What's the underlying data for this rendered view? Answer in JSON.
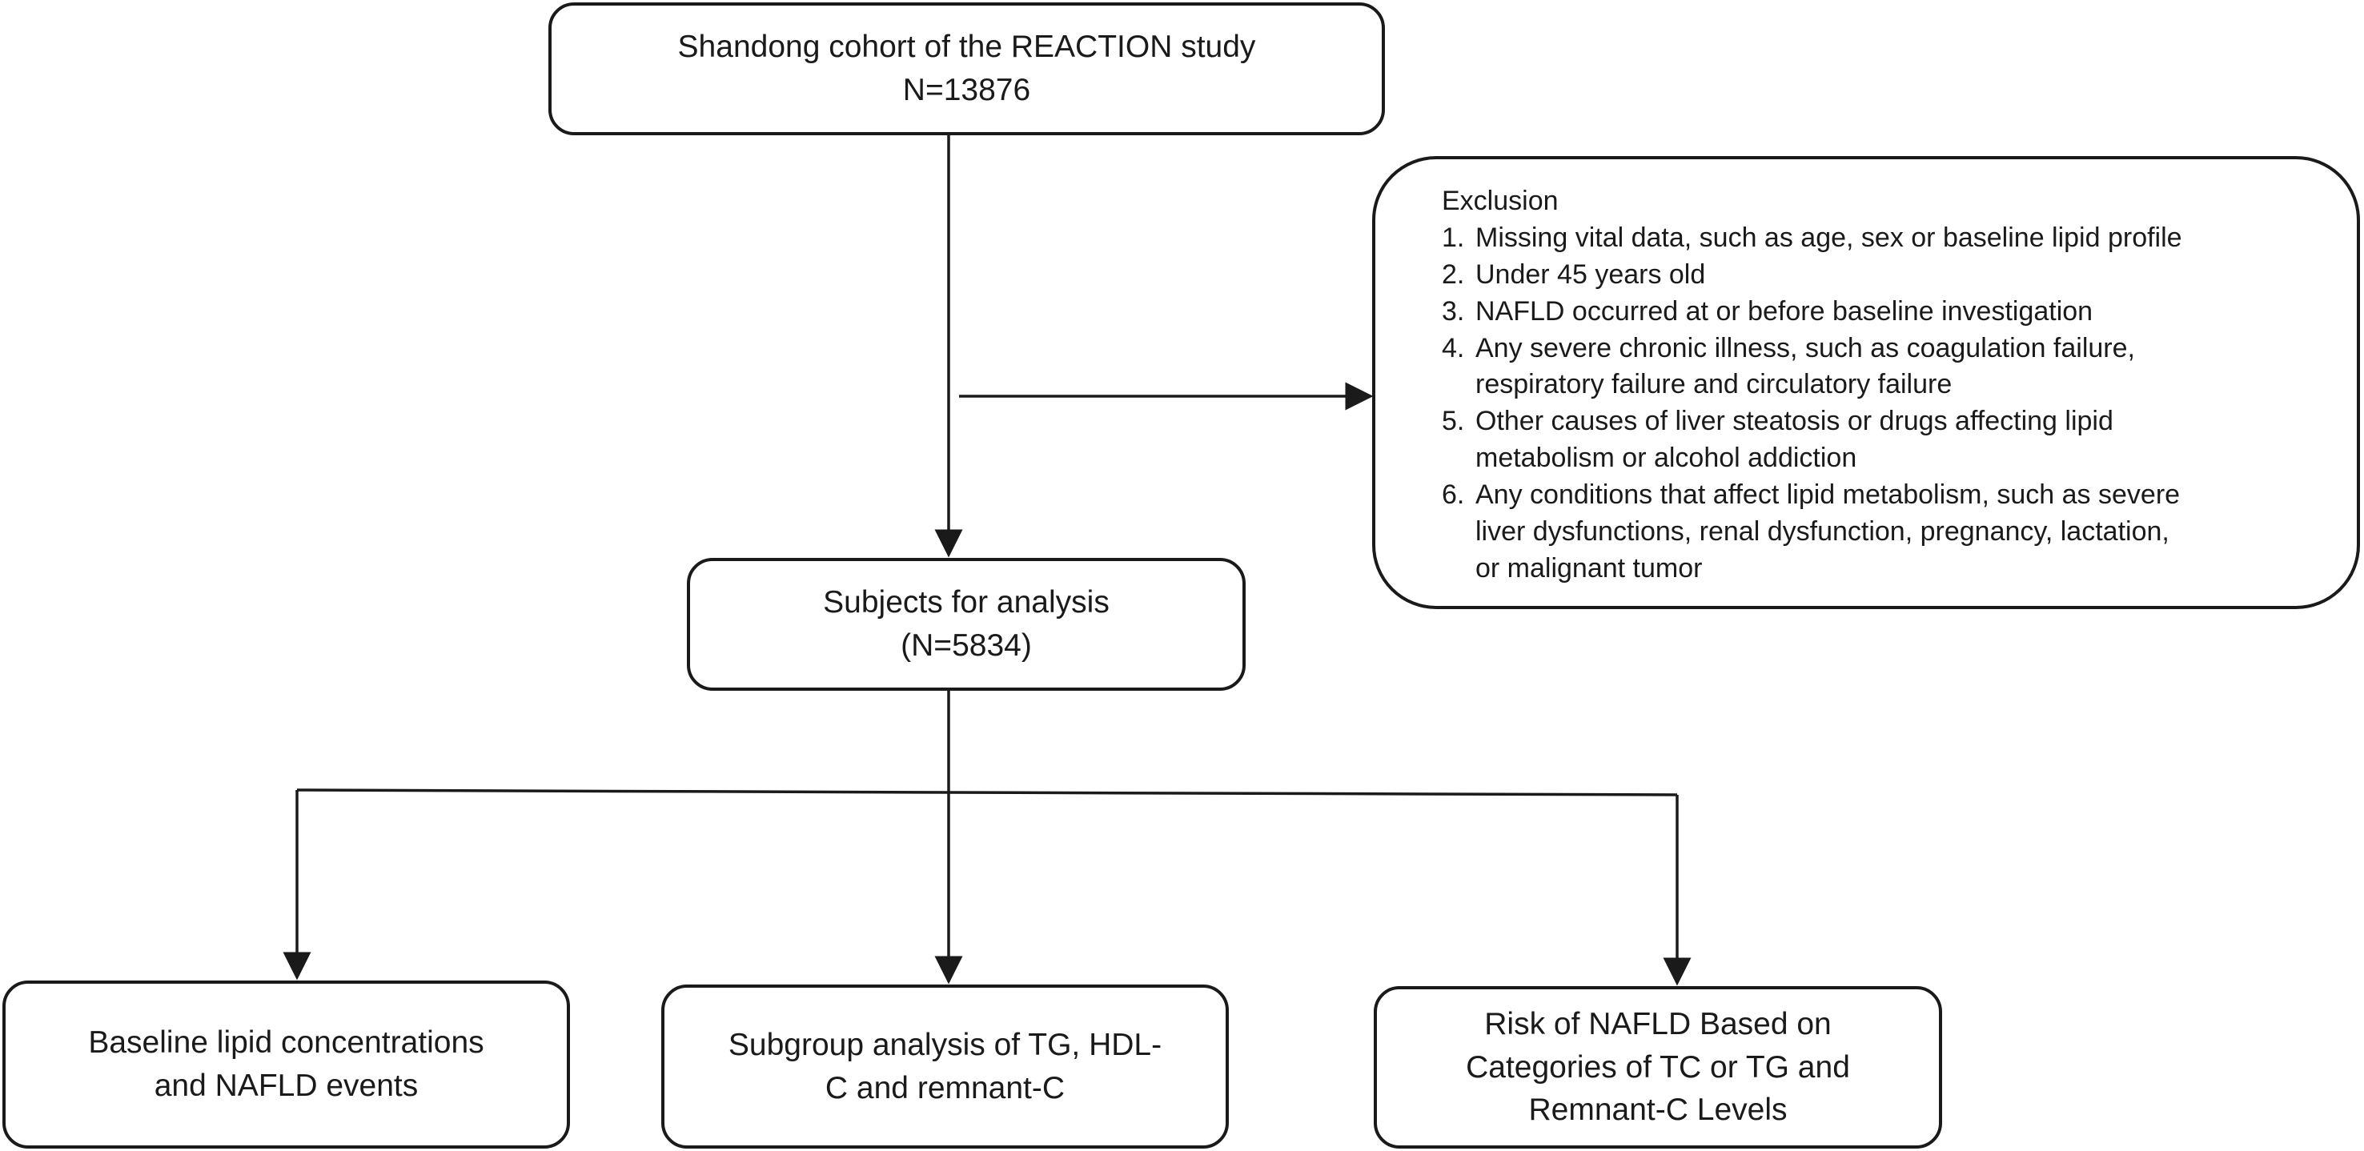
{
  "cohort": {
    "line1": "Shandong cohort of the REACTION study",
    "line2": "N=13876"
  },
  "exclusion": {
    "title": "Exclusion",
    "items": [
      {
        "num": "1.",
        "lines": [
          "Missing vital data, such as age, sex or baseline lipid profile"
        ]
      },
      {
        "num": "2.",
        "lines": [
          "Under 45 years old"
        ]
      },
      {
        "num": "3.",
        "lines": [
          "NAFLD occurred at or before  baseline investigation"
        ]
      },
      {
        "num": "4.",
        "lines": [
          "Any severe chronic illness, such as coagulation failure,",
          "respiratory failure and circulatory failure"
        ]
      },
      {
        "num": "5.",
        "lines": [
          "Other causes of liver steatosis or drugs affecting lipid",
          "metabolism  or alcohol addiction"
        ]
      },
      {
        "num": "6.",
        "lines": [
          "Any conditions that affect lipid metabolism,  such as severe",
          "liver dysfunctions, renal dysfunction, pregnancy, lactation,",
          "or malignant  tumor"
        ]
      }
    ]
  },
  "subjects": {
    "line1": "Subjects for analysis",
    "line2": "(N=5834)"
  },
  "outcomes": {
    "baseline": [
      "Baseline lipid concentrations",
      "and NAFLD  events"
    ],
    "subgroup": [
      "Subgroup analysis of TG, HDL-",
      "C and remnant-C"
    ],
    "risk": [
      "Risk of NAFLD Based on",
      "Categories of TC or TG and",
      "Remnant-C Levels"
    ]
  }
}
